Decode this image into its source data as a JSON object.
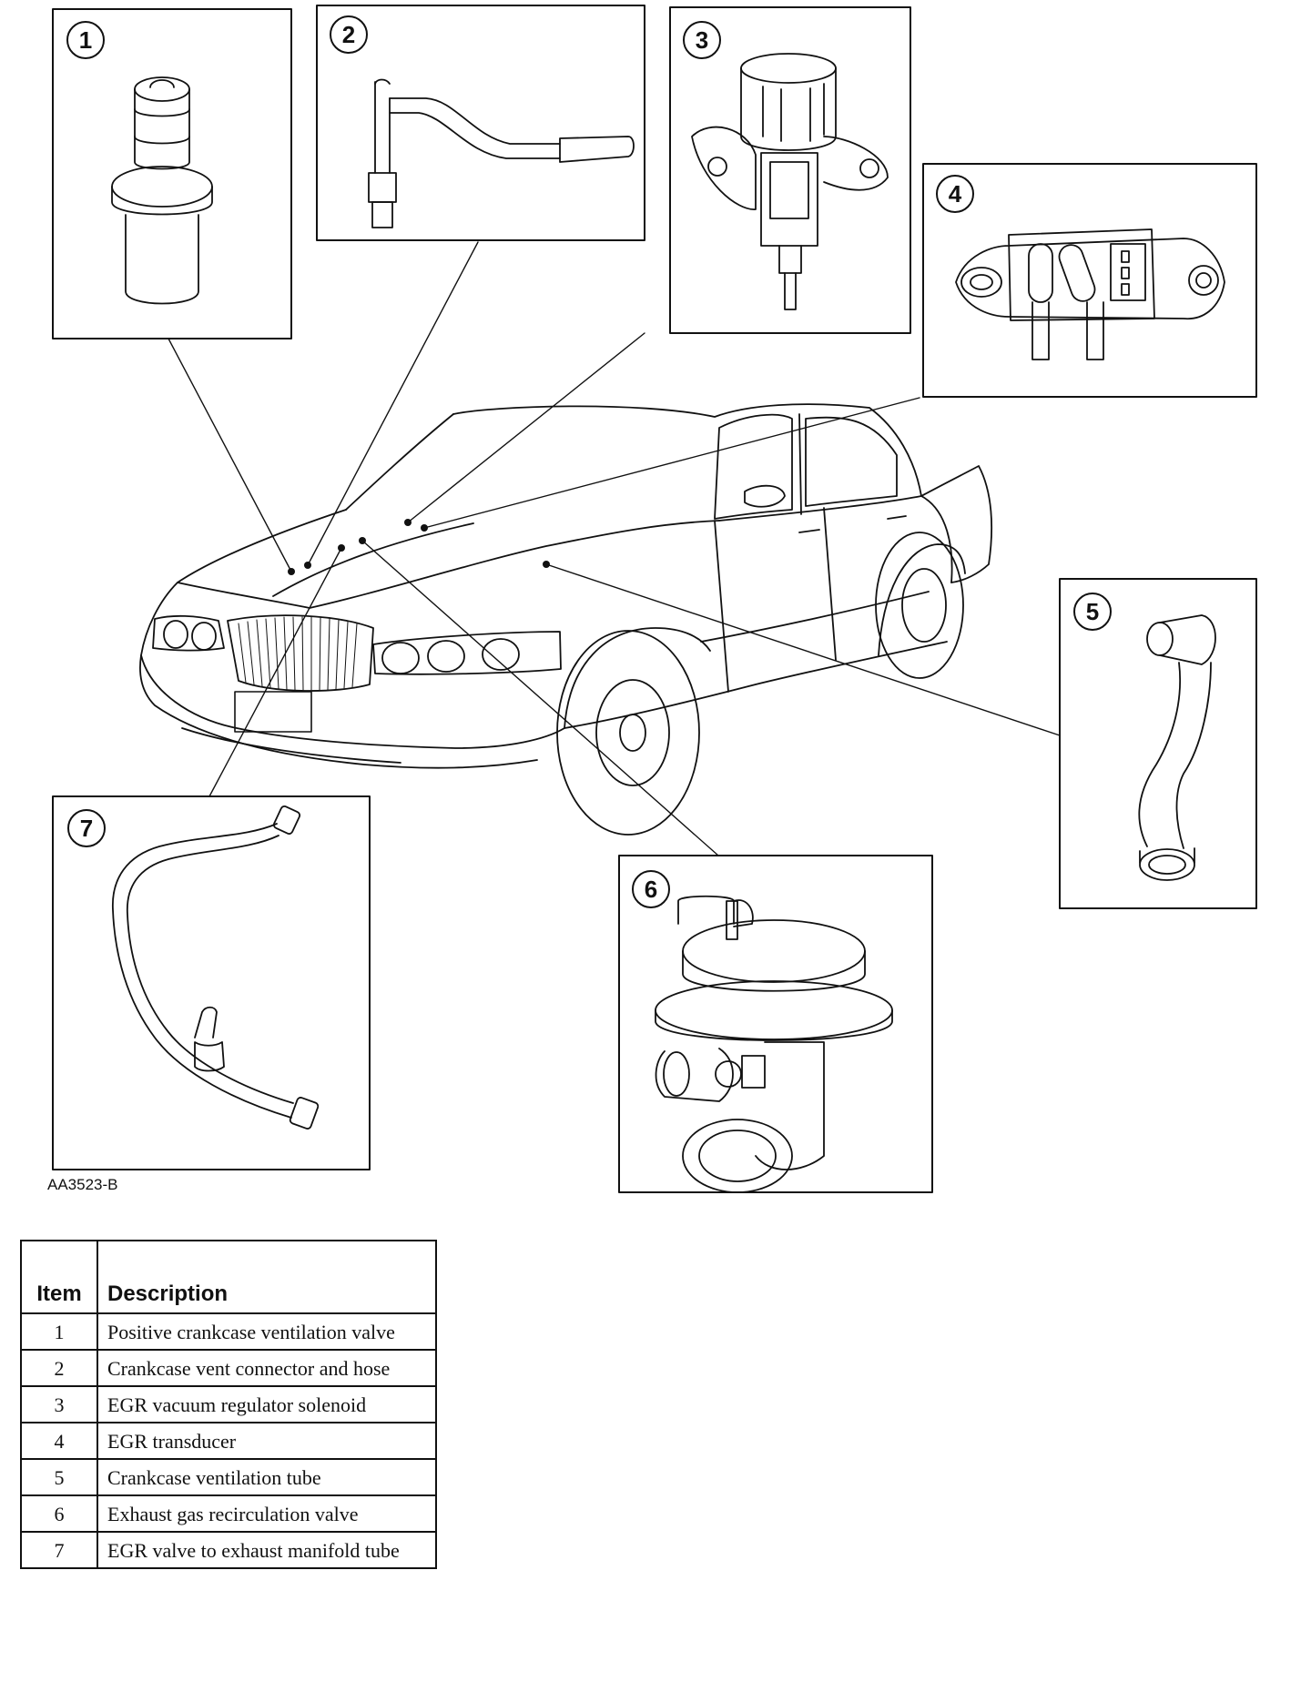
{
  "figure_id": "AA3523-B",
  "callouts": [
    "1",
    "2",
    "3",
    "4",
    "5",
    "6",
    "7"
  ],
  "table": {
    "headers": {
      "item": "Item",
      "description": "Description"
    },
    "rows": [
      {
        "item": "1",
        "description": "Positive crankcase ventilation valve"
      },
      {
        "item": "2",
        "description": "Crankcase vent connector and hose"
      },
      {
        "item": "3",
        "description": "EGR vacuum regulator solenoid"
      },
      {
        "item": "4",
        "description": "EGR transducer"
      },
      {
        "item": "5",
        "description": "Crankcase ventilation tube"
      },
      {
        "item": "6",
        "description": "Exhaust gas recirculation valve"
      },
      {
        "item": "7",
        "description": "EGR valve to exhaust manifold tube"
      }
    ]
  }
}
